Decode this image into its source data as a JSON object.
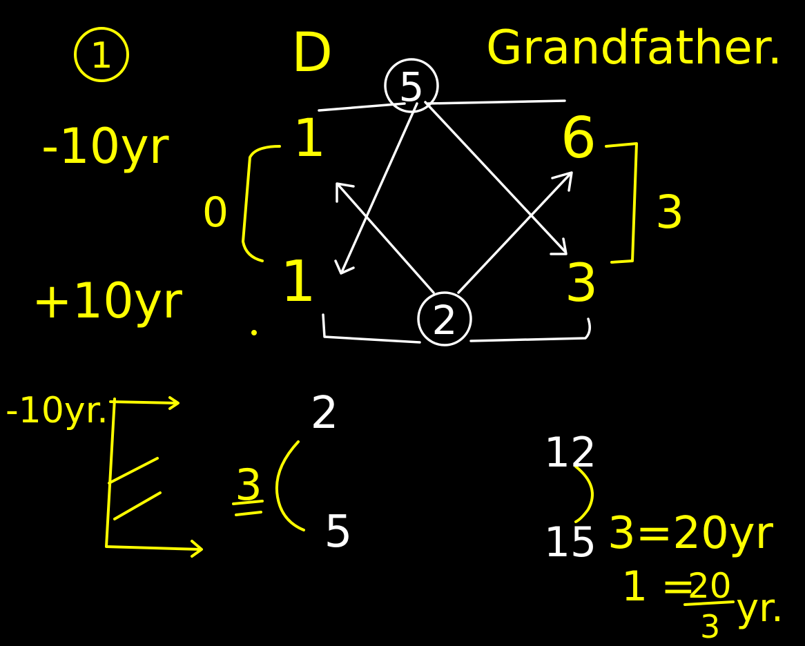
{
  "colors": {
    "background": "#000000",
    "ink_yellow": "#ffff00",
    "ink_white": "#ffffff"
  },
  "labels": {
    "circle_one": "1",
    "D": "D",
    "grandfather": "Grandfather.",
    "minus_10_a": "-10yr",
    "plus_10": "+10yr",
    "minus_10_b": "-10yr.",
    "zero": "0",
    "three_right": "3",
    "num_top_left": "1",
    "num_bottom_left": "1",
    "num_top_right": "6",
    "num_bottom_right": "3",
    "circle_top": "5",
    "circle_bottom": "2",
    "num_2": "2",
    "num_5": "5",
    "three_double_underline": "3",
    "num_12": "12",
    "num_15": "15",
    "eq_3": "3=20yr",
    "eq_1_lhs": "1 =",
    "eq_1_numerator": "20",
    "eq_1_denominator": "3",
    "eq_1_unit": "yr."
  }
}
